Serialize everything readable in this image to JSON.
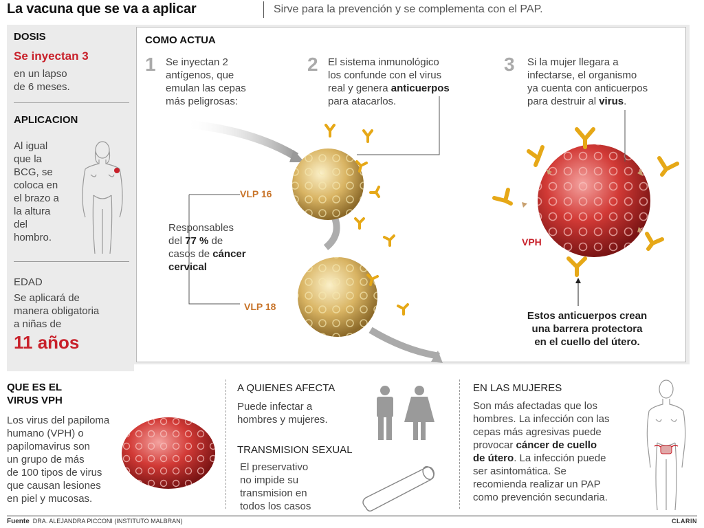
{
  "header": {
    "title": "La vacuna que se va a aplicar",
    "subtitle": "Sirve para la prevención y se complementa con el PAP."
  },
  "dosis": {
    "heading": "DOSIS",
    "highlight": "Se inyectan 3",
    "line1": "en un lapso",
    "line2": "de 6 meses."
  },
  "aplicacion": {
    "heading": "APLICACION",
    "lines": [
      "Al igual",
      "que la",
      "BCG, se",
      "coloca en",
      "el brazo a",
      "la altura",
      "del",
      "hombro."
    ]
  },
  "edad": {
    "heading": "EDAD",
    "line1": "Se aplicará de",
    "line2": "manera obligatoria",
    "line3": "a niñas de",
    "highlight": "11 años"
  },
  "como_actua": {
    "heading": "COMO ACTUA",
    "step1": {
      "num": "1",
      "lines": [
        "Se inyectan 2",
        "antígenos, que",
        "emulan las cepas",
        "más peligrosas:"
      ]
    },
    "step2": {
      "num": "2",
      "line1": "El sistema inmunológico",
      "line2": "los confunde con el virus",
      "line3_pre": "real y genera ",
      "line3_bold": "anticuerpos",
      "line4": "para atacarlos."
    },
    "step3": {
      "num": "3",
      "line1": "Si la mujer llegara a",
      "line2": "infectarse, el organismo",
      "line3": "ya cuenta con anticuerpos",
      "line4_pre": "para destruir al ",
      "line4_bold": "virus",
      "line4_post": "."
    },
    "vlp16": "VLP 16",
    "vlp18": "VLP 18",
    "vph": "VPH",
    "resp": {
      "line1": "Responsables",
      "line2_pre": "del ",
      "line2_bold": "77 %",
      "line2_post": " de",
      "line3_pre": "casos de ",
      "line3_bold": "cáncer",
      "line4_bold": "cervical"
    },
    "barrier": [
      "Estos anticuerpos crean",
      "una barrera protectora",
      "en el cuello del útero."
    ]
  },
  "que_es": {
    "heading1": "QUE ES EL",
    "heading2": "VIRUS VPH",
    "lines": [
      "Los virus del papiloma",
      "humano (VPH) o",
      "papilomavirus son",
      "un grupo de más",
      "de 100 tipos de virus",
      "que causan lesiones",
      "en piel y mucosas."
    ]
  },
  "afecta": {
    "heading": "A QUIENES AFECTA",
    "lines": [
      "Puede infectar a",
      "hombres y mujeres."
    ]
  },
  "transmision": {
    "heading": "TRANSMISION SEXUAL",
    "lines": [
      "El preservativo",
      "no impide su",
      "transmision en",
      "todos los casos"
    ]
  },
  "mujeres": {
    "heading": "EN LAS MUJERES",
    "line1": "Son más afectadas que los",
    "line2": "hombres. La infección con las",
    "line3": "cepas más agresivas puede",
    "line4_pre": "provocar ",
    "line4_bold": "cáncer de cuello",
    "line5_bold": "de útero",
    "line5_post": ". La infección puede",
    "line6": "ser asintomática. Se",
    "line7": "recomienda realizar un PAP",
    "line8": "como prevención secundaria."
  },
  "footer": {
    "source_label": "Fuente",
    "source": "DRA. ALEJANDRA PICCONI (INSTITUTO MALBRAN)",
    "brand": "CLARIN"
  },
  "colors": {
    "red": "#c8202a",
    "orange": "#c8742a",
    "gold": "#e6a817"
  }
}
